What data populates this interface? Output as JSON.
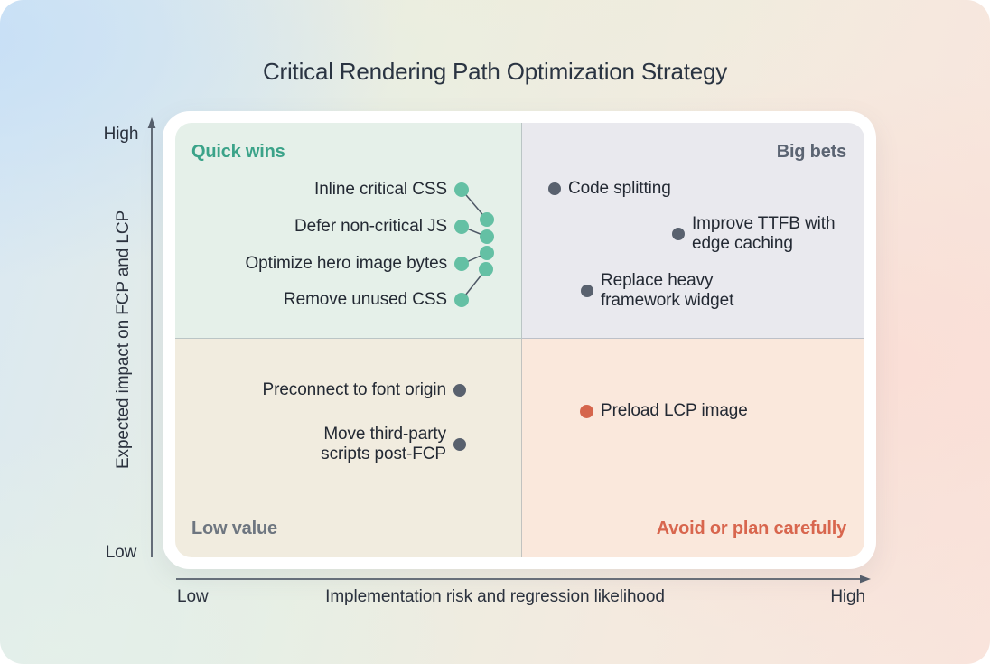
{
  "title": "Critical Rendering Path Optimization Strategy",
  "y_axis": {
    "label": "Expected impact on FCP and LCP",
    "top": "High",
    "bottom": "Low"
  },
  "x_axis": {
    "label": "Implementation risk and regression likelihood",
    "left": "Low",
    "right": "High"
  },
  "quadrants": {
    "quick_wins": {
      "label": "Quick wins",
      "items": [
        {
          "label": "Inline critical CSS"
        },
        {
          "label": "Defer non-critical JS"
        },
        {
          "label": "Optimize hero image bytes"
        },
        {
          "label": "Remove unused CSS"
        }
      ]
    },
    "big_bets": {
      "label": "Big bets",
      "items": [
        {
          "line1": "Code splitting"
        },
        {
          "line1": "Improve TTFB with",
          "line2": "edge caching"
        },
        {
          "line1": "Replace heavy",
          "line2": "framework widget"
        }
      ]
    },
    "low_value": {
      "label": "Low value",
      "items": [
        {
          "line1": "Preconnect to font origin"
        },
        {
          "line1": "Move third-party",
          "line2": "scripts post-FCP"
        }
      ]
    },
    "avoid": {
      "label": "Avoid or plan carefully",
      "items": [
        {
          "label": "Preload LCP image"
        }
      ]
    }
  },
  "colors": {
    "teal_accent": "#3BA389",
    "teal_dot": "#64C0A4",
    "slate_accent": "#5B6472",
    "slate_dot": "#59616E",
    "gray_accent": "#6E7680",
    "coral_accent": "#D8664E",
    "coral_dot": "#D5654C",
    "quadrant_bg_top_left": "#E5F0E9",
    "quadrant_bg_top_right": "#E9E9EE",
    "quadrant_bg_bottom_left": "#F1ECDF",
    "quadrant_bg_bottom_right": "#FAE8DC",
    "item_text": "#232933",
    "title_text": "#2A3442",
    "axis_stroke": "#555E6B"
  },
  "chart_data": {
    "type": "scatter",
    "subtype": "quadrant-matrix",
    "title": "Critical Rendering Path Optimization Strategy",
    "xlabel": "Implementation risk and regression likelihood",
    "ylabel": "Expected impact on FCP and LCP",
    "x_range_labels": [
      "Low",
      "High"
    ],
    "y_range_labels": [
      "Low",
      "High"
    ],
    "xlim": [
      0,
      1
    ],
    "ylim": [
      0,
      1
    ],
    "grid": false,
    "legend_position": "none",
    "quadrant_labels": {
      "top_left": "Quick wins",
      "top_right": "Big bets",
      "bottom_left": "Low value",
      "bottom_right": "Avoid or plan carefully"
    },
    "points": [
      {
        "label": "Inline critical CSS",
        "quadrant": "top_left",
        "risk": 0.45,
        "impact": 0.78
      },
      {
        "label": "Defer non-critical JS",
        "quadrant": "top_left",
        "risk": 0.45,
        "impact": 0.74
      },
      {
        "label": "Optimize hero image bytes",
        "quadrant": "top_left",
        "risk": 0.45,
        "impact": 0.7
      },
      {
        "label": "Remove unused CSS",
        "quadrant": "top_left",
        "risk": 0.45,
        "impact": 0.66
      },
      {
        "label": "Code splitting",
        "quadrant": "top_right",
        "risk": 0.55,
        "impact": 0.85
      },
      {
        "label": "Improve TTFB with edge caching",
        "quadrant": "top_right",
        "risk": 0.73,
        "impact": 0.74
      },
      {
        "label": "Replace heavy framework widget",
        "quadrant": "top_right",
        "risk": 0.6,
        "impact": 0.61
      },
      {
        "label": "Preconnect to font origin",
        "quadrant": "bottom_left",
        "risk": 0.41,
        "impact": 0.38
      },
      {
        "label": "Move third-party scripts post-FCP",
        "quadrant": "bottom_left",
        "risk": 0.41,
        "impact": 0.26
      },
      {
        "label": "Preload LCP image",
        "quadrant": "bottom_right",
        "risk": 0.6,
        "impact": 0.34
      }
    ]
  }
}
